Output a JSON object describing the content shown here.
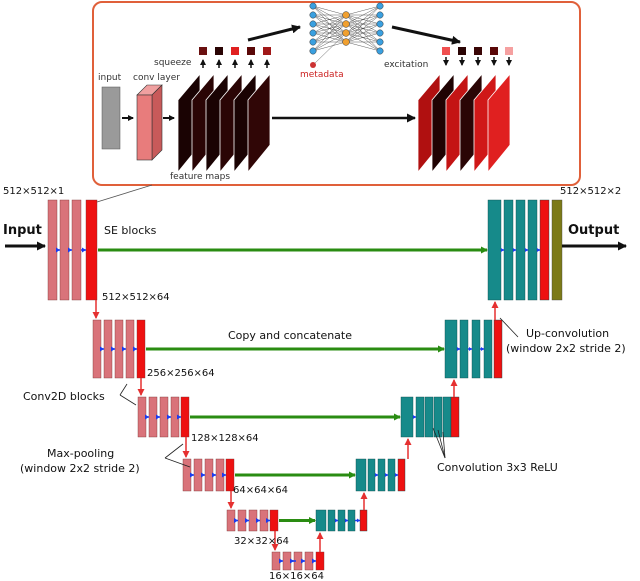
{
  "labels": {
    "input": "Input",
    "output": "Output",
    "se_blocks": "SE blocks",
    "copy_concat": "Copy and concatenate",
    "upconv_1": "Up-convolution",
    "upconv_2": "(window 2x2 stride 2)",
    "conv2d_blocks": "Conv2D blocks",
    "maxpool_1": "Max-pooling",
    "maxpool_2": "(window 2x2 stride 2)",
    "conv_relu": "Convolution 3x3 ReLU",
    "dim_in": "512×512×1",
    "dim_out": "512×512×2",
    "dim_l0": "512×512×64",
    "dim_l1": "256×256×64",
    "dim_l2": "128×128×64",
    "dim_l3": "64×64×64",
    "dim_l4": "32×32×64",
    "dim_l5": "16×16×64"
  },
  "inset": {
    "input": "input",
    "conv_layer": "conv layer",
    "squeeze": "squeeze",
    "metadata": "metadata",
    "excitation": "excitation",
    "feature_maps": "feature maps"
  },
  "colors": {
    "encoder_block": "#d9737a",
    "se_block": "#ee1111",
    "decoder_block": "#168a8a",
    "final_block": "#7c7a18",
    "skip_arrow": "#2a8c12",
    "block_arrow": "#1a3cf0",
    "level_arrow": "#e53030",
    "metadata_text": "#cc2222",
    "inset_border": "#e0603a"
  }
}
